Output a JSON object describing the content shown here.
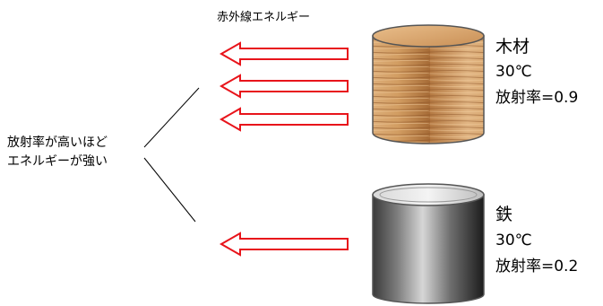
{
  "header": {
    "emission_label": "赤外線エネルギー"
  },
  "note": {
    "line1": "放射率が高いほど",
    "line2": "エネルギーが強い"
  },
  "materials": [
    {
      "name": "木材",
      "temperature": "30℃",
      "emissivity_text": "放射率=0.9",
      "arrow_count": 3,
      "texture": "wood"
    },
    {
      "name": "鉄",
      "temperature": "30℃",
      "emissivity_text": "放射率=0.2",
      "arrow_count": 1,
      "texture": "metal"
    }
  ],
  "colors": {
    "arrow_stroke": "#e8141b",
    "cylinder_outline": "#555555",
    "wood_light": "#e0b27e",
    "wood_dark": "#a86a34",
    "metal_light": "#d9d9d9",
    "metal_dark": "#1e1e1e"
  }
}
